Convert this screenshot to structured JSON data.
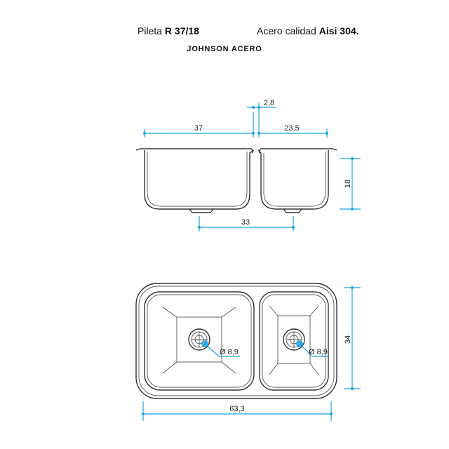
{
  "header": {
    "model_prefix": "Pileta",
    "model_code": "R 37/18",
    "material_prefix": "Acero calidad",
    "material_code": "Aisi 304.",
    "brand": "JOHNSON ACERO"
  },
  "dimensions": {
    "left_bowl_width": "37",
    "gap_width": "2,8",
    "right_bowl_width": "23,5",
    "depth": "18",
    "drain_spacing": "33",
    "total_length": "63,3",
    "total_width": "34",
    "drain_left": "Ø 8,9",
    "drain_right": "Ø 8,9"
  },
  "colors": {
    "dimension_lines": "#1aa3e0",
    "outline": "#333333"
  }
}
